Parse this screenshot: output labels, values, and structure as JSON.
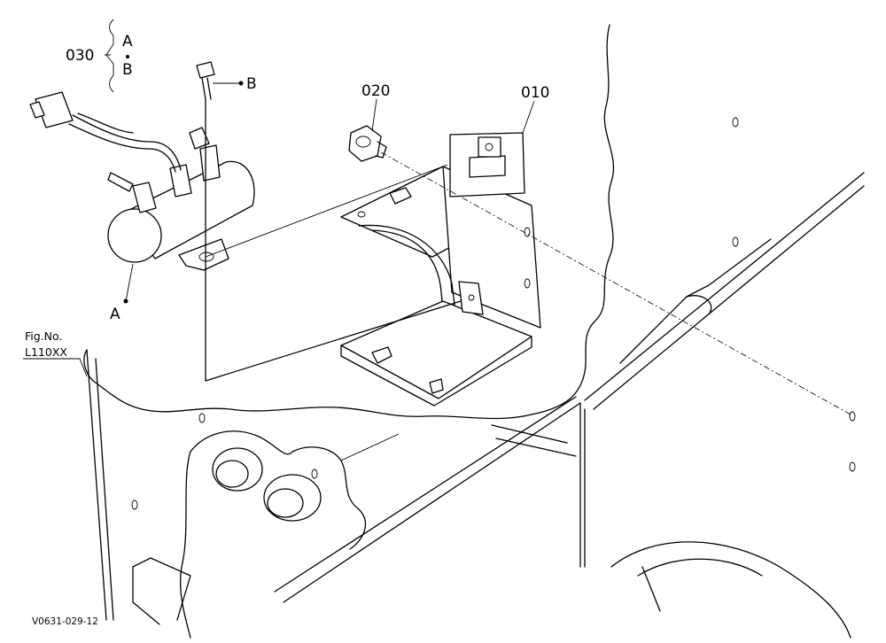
{
  "callouts": {
    "part_030": "030",
    "variant_a_top": "A",
    "variant_b_top": "B",
    "bolt_b": "B",
    "part_020": "020",
    "part_010": "010",
    "pump_a": "A"
  },
  "figure_ref": {
    "line1": "Fig.No.",
    "line2": "L110XX"
  },
  "drawing_code": "V0631-029-12"
}
